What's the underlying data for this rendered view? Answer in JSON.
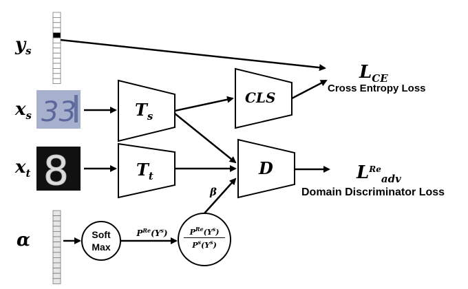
{
  "inputs": {
    "ys": {
      "main": "y",
      "sub": "s"
    },
    "xs": {
      "main": "x",
      "sub": "s"
    },
    "xt": {
      "main": "x",
      "sub": "t"
    },
    "alpha": "α"
  },
  "modules": {
    "ts": {
      "main": "T",
      "sub": "s"
    },
    "tt": {
      "main": "T",
      "sub": "t"
    },
    "cls": "CLS",
    "d": "D"
  },
  "losses": {
    "ce": {
      "main": "L",
      "sub": "CE",
      "caption": "Cross Entropy Loss"
    },
    "adv": {
      "main": "L",
      "sup": "Re",
      "sub": "adv",
      "caption": "Domain Discriminator Loss"
    }
  },
  "softmax": {
    "line1": "Soft",
    "line2": "Max"
  },
  "prob_label": {
    "p": "P",
    "sup": "Re",
    "arg": "(Y",
    "argsup": "s",
    "close": ")"
  },
  "ratio": {
    "num": {
      "p": "P",
      "sup": "Re",
      "arg": "(Y",
      "argsup": "s",
      "close": ")"
    },
    "den": {
      "p": "P",
      "sup": "s",
      "arg": "(Y",
      "argsup": "s",
      "close": ")"
    }
  },
  "beta": "β",
  "onehot": {
    "cells": 14,
    "active_index": 4
  },
  "alpha_vector": {
    "cells": 14
  },
  "colors": {
    "line": "#000000",
    "image_source_bg": "#9fa8c8",
    "image_target_bg": "#111111",
    "cell_fill": "#ffffff",
    "cell_active": "#000000",
    "alpha_cell": "#e6e6e6"
  }
}
